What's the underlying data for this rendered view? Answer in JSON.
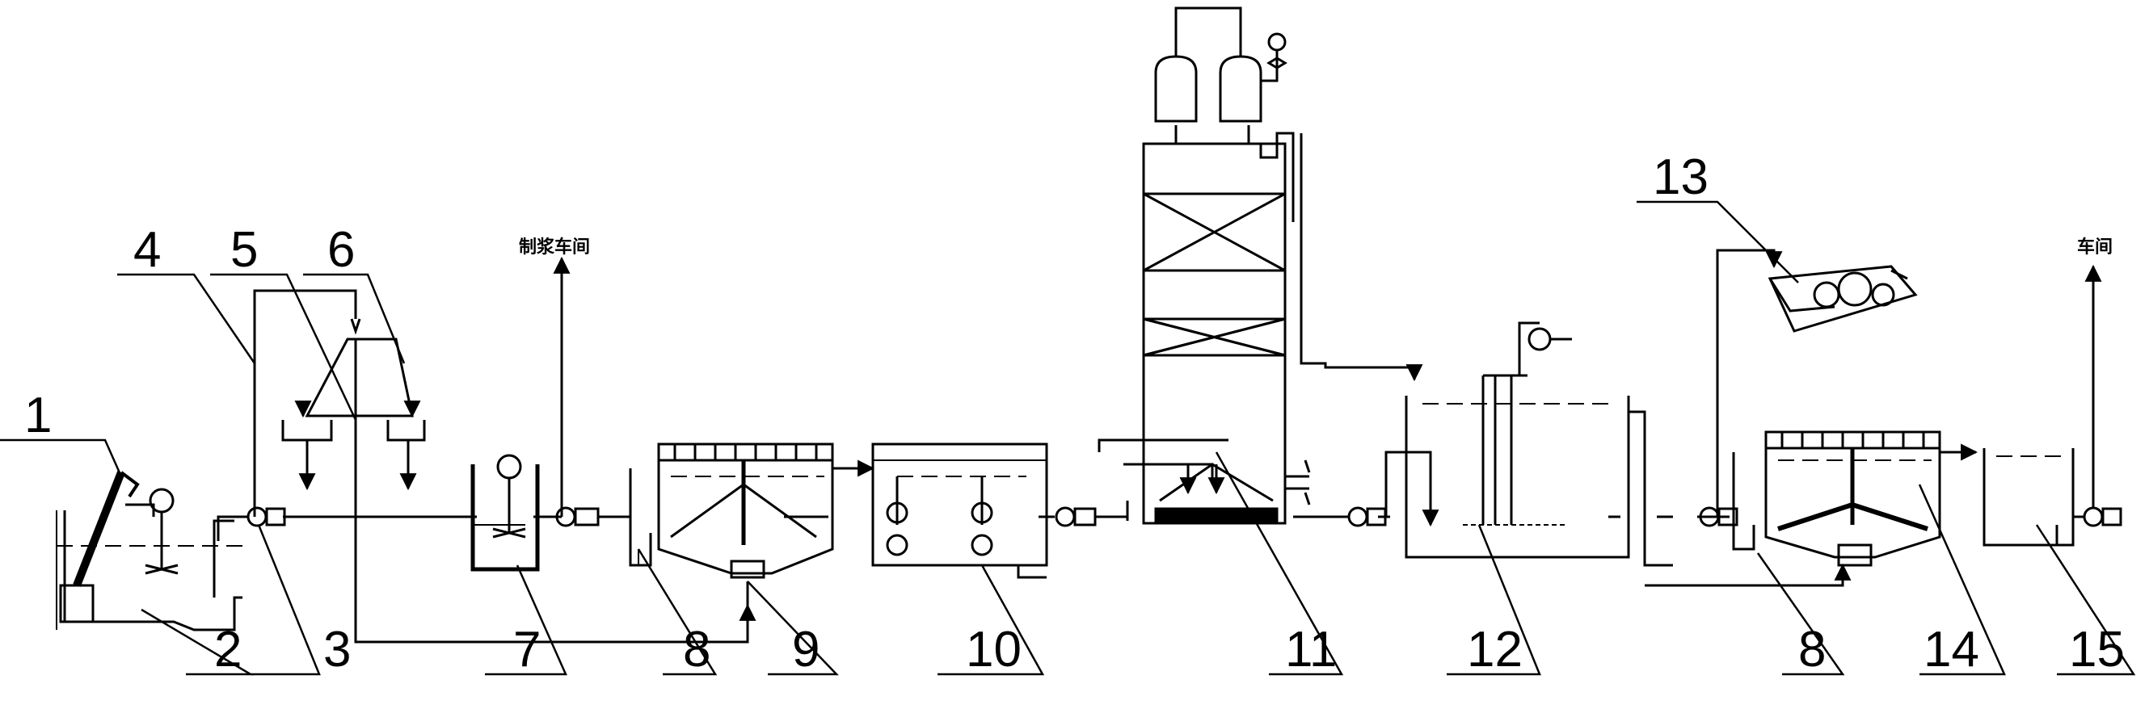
{
  "labels": {
    "n1": "1",
    "n2": "2",
    "n3": "3",
    "n4": "4",
    "n5": "5",
    "n6": "6",
    "n7": "7",
    "n8a": "8",
    "n9": "9",
    "n10": "10",
    "n11": "11",
    "n12": "12",
    "n13": "13",
    "n8b": "8",
    "n14": "14",
    "n15": "15"
  },
  "destinations": {
    "pulping_workshop": "制浆车间",
    "workshop": "车间"
  }
}
